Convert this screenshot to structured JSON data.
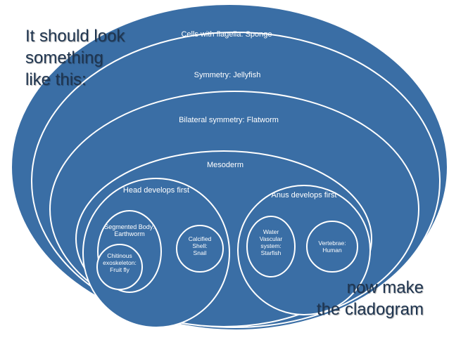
{
  "diagram": {
    "nodes": [
      {
        "id": "sponge",
        "lines": [
          "Cells with flagella: Sponge"
        ]
      },
      {
        "id": "jellyfish",
        "lines": [
          "Symmetry: Jellyfish"
        ]
      },
      {
        "id": "flatworm",
        "lines": [
          "Bilateral symmetry: Flatworm"
        ]
      },
      {
        "id": "mesoderm",
        "lines": [
          "Mesoderm"
        ]
      },
      {
        "id": "head",
        "lines": [
          "Head develops first"
        ]
      },
      {
        "id": "anus",
        "lines": [
          "Anus develops first"
        ]
      },
      {
        "id": "earthworm",
        "lines": [
          "Segmented Body:",
          "Earthworm"
        ]
      },
      {
        "id": "fruitfly",
        "lines": [
          "Chitinous",
          "exoskeleton:",
          "Fruit fly"
        ]
      },
      {
        "id": "snail",
        "lines": [
          "Calcified",
          "Shell:",
          "Snail"
        ]
      },
      {
        "id": "starfish",
        "lines": [
          "Water",
          "Vascular",
          "system:",
          "Starfish"
        ]
      },
      {
        "id": "human",
        "lines": [
          "Vertebrae:",
          "Human"
        ]
      }
    ],
    "colors": {
      "fill": "#3a6ea5",
      "stroke": "#ffffff",
      "text": "#ffffff",
      "overlay_text": "#1f3550"
    }
  },
  "notes": {
    "top_lines": [
      "It should look",
      "something",
      "like this:"
    ],
    "bottom_lines": [
      "now make",
      "the cladogram"
    ]
  }
}
